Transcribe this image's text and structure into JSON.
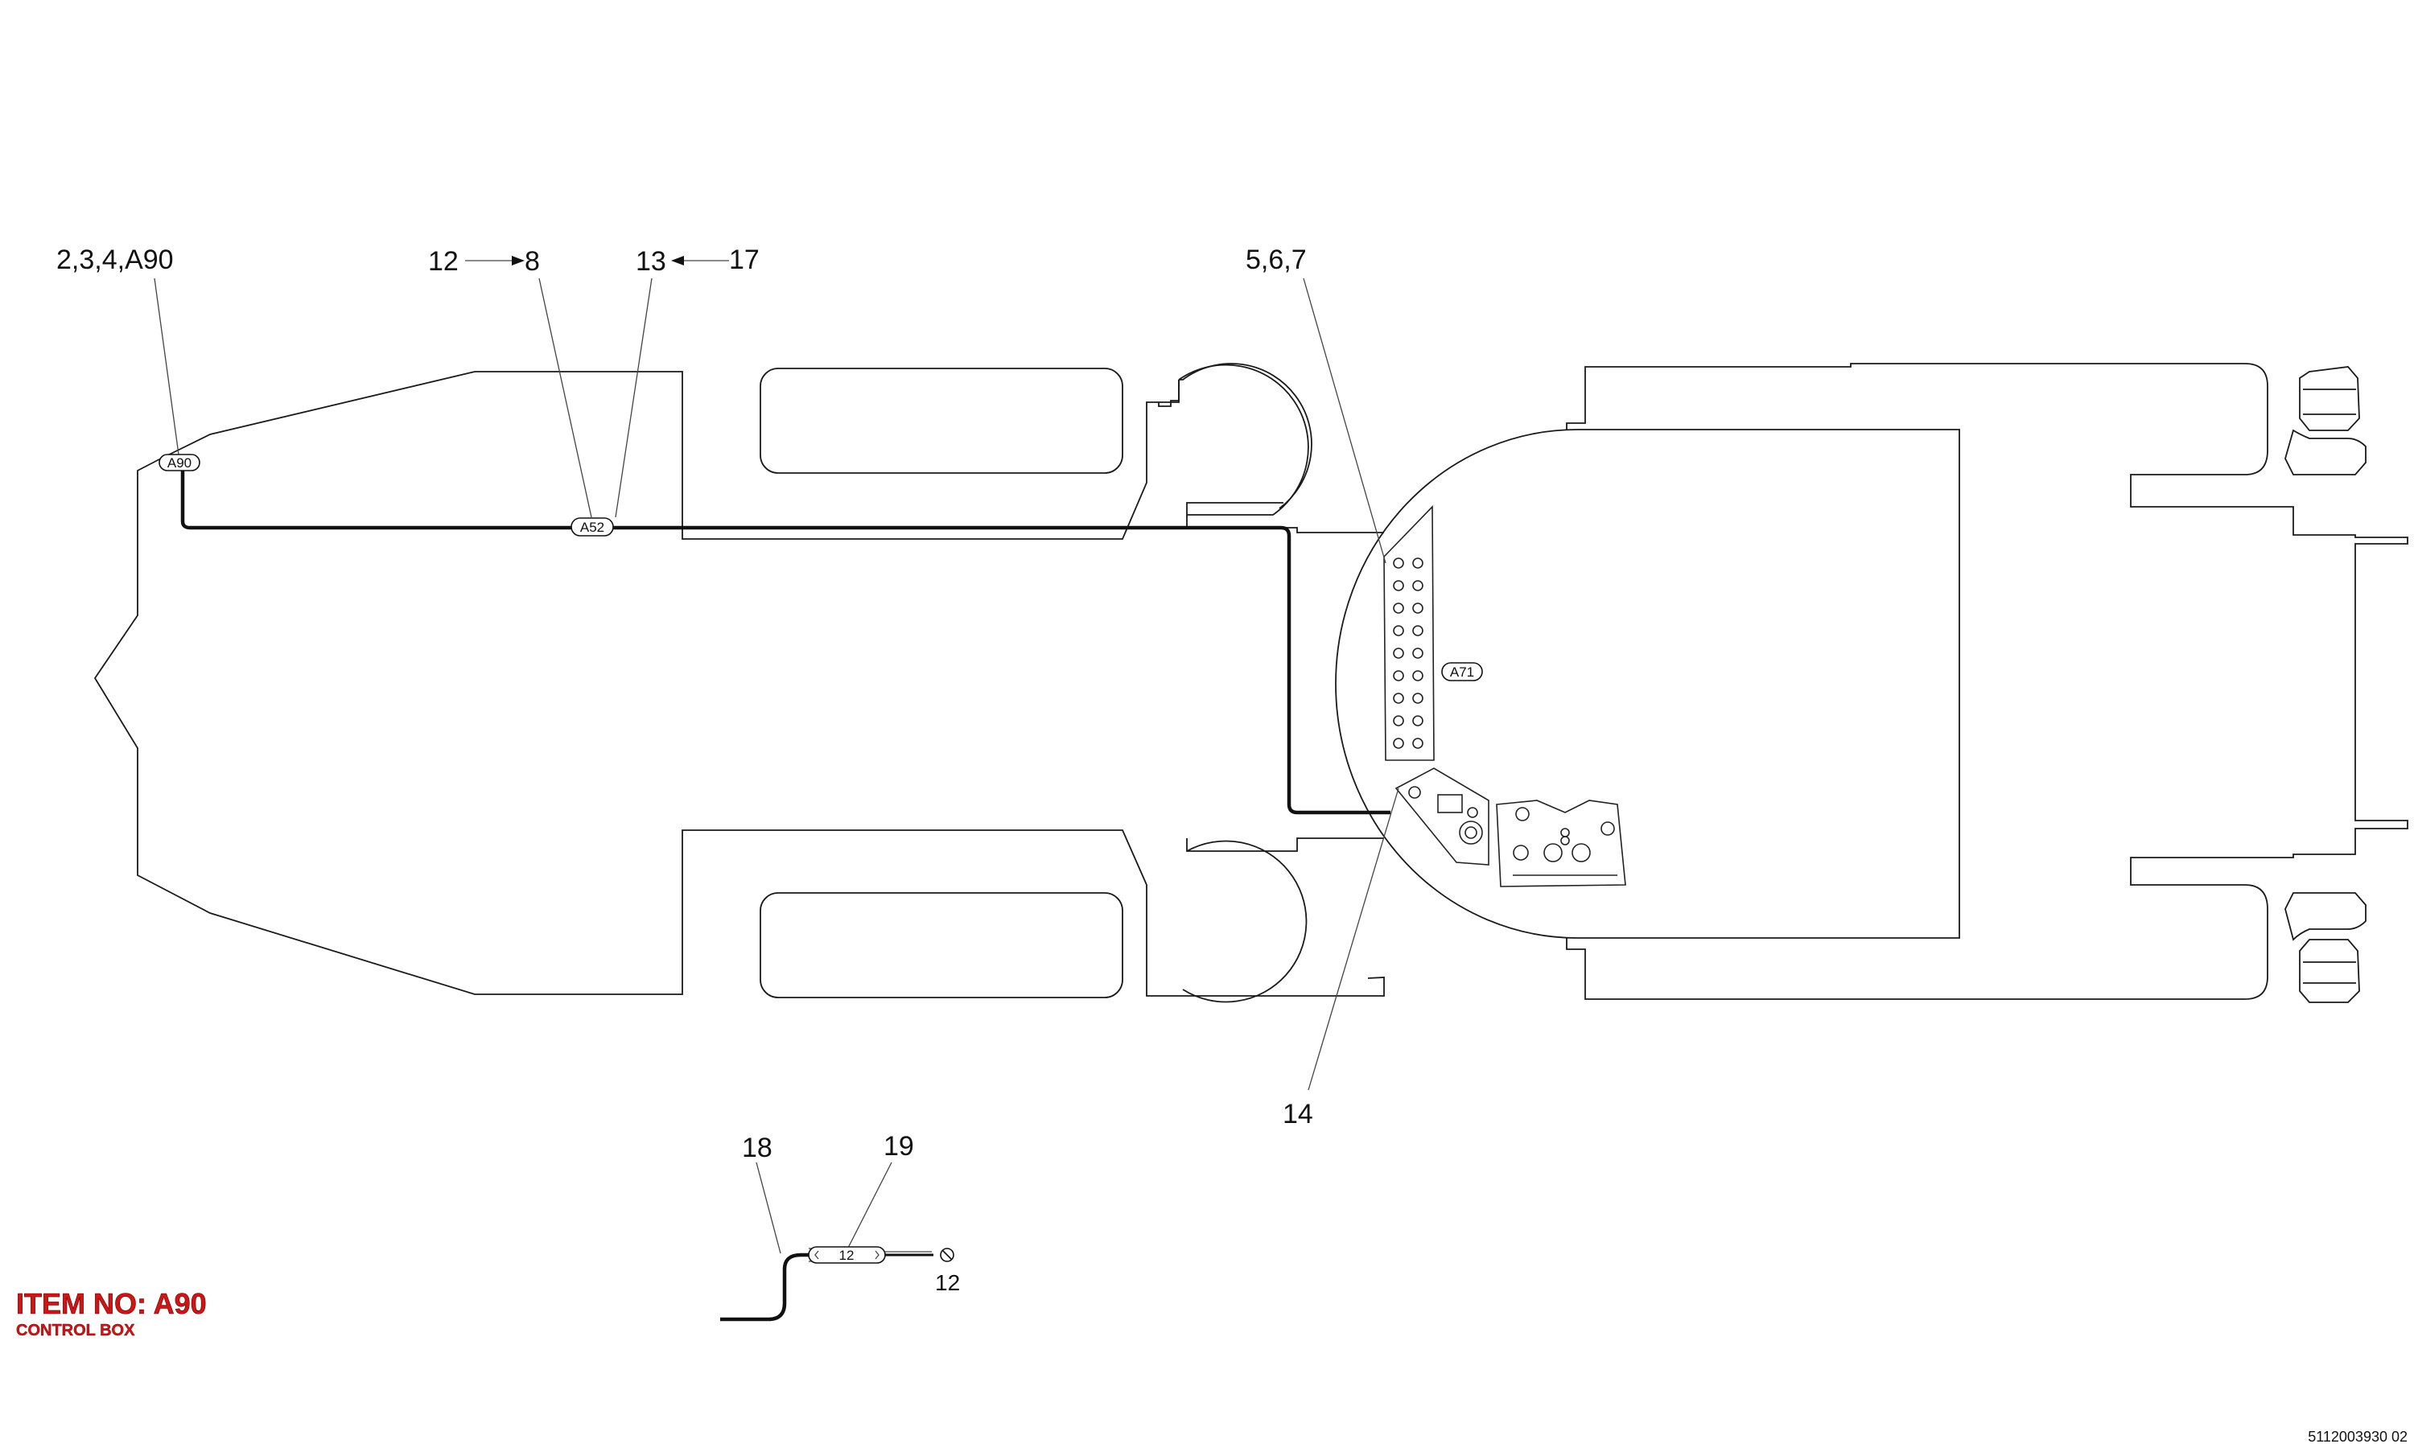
{
  "callouts": {
    "c1": "2,3,4,A90",
    "c2a": "12",
    "c2b": "8",
    "c3a": "13",
    "c3b": "17",
    "c4": "5,6,7",
    "c5": "14",
    "c6": "18",
    "c7": "19",
    "c8": "12"
  },
  "tags": {
    "a90": "A90",
    "a52": "A52",
    "a71": "A71",
    "detail_12": "12"
  },
  "item": {
    "number_label": "ITEM NO: A90",
    "description": "CONTROL BOX"
  },
  "document_number": "5112003930 02",
  "colors": {
    "item_label": "#d11414",
    "line": "#1a1a1a"
  }
}
